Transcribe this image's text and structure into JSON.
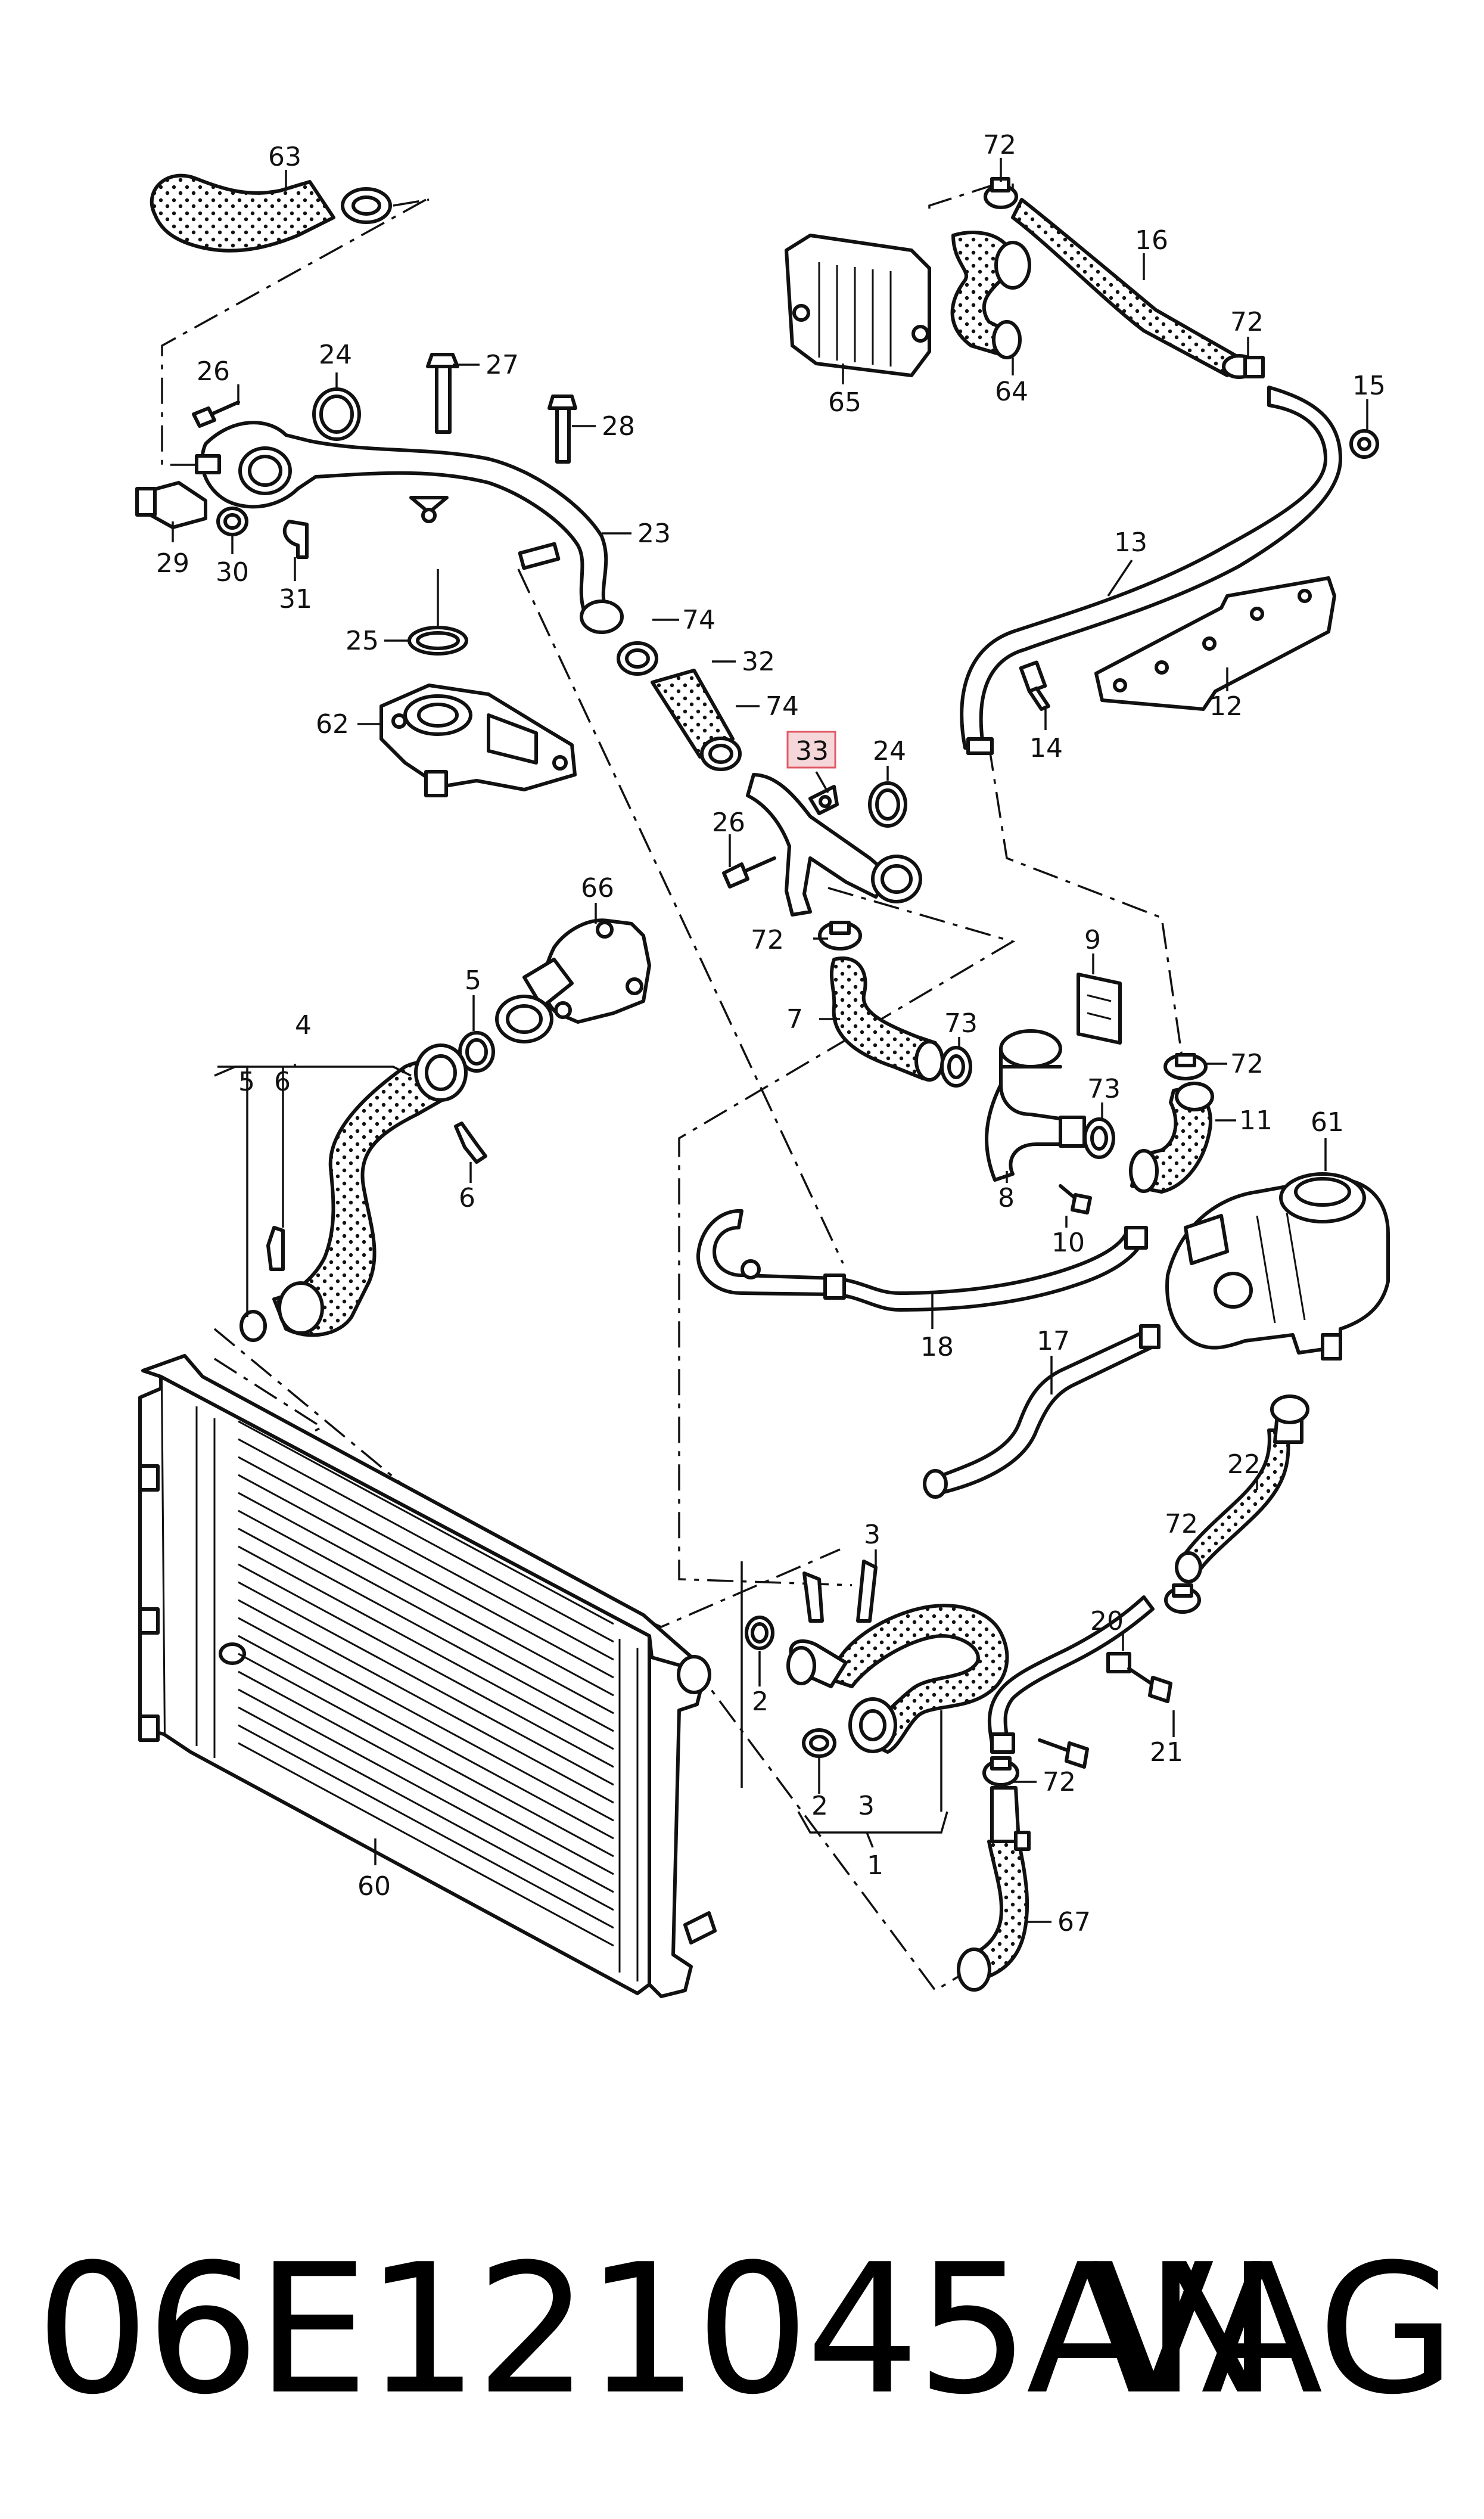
{
  "highlighted_label": "33",
  "labels": {
    "l63": "63",
    "l72a": "72",
    "l16": "16",
    "l72b": "72",
    "l15": "15",
    "l65": "65",
    "l64": "64",
    "l26a": "26",
    "l24a": "24",
    "l27": "27",
    "l28": "28",
    "l23": "23",
    "l29": "29",
    "l30": "30",
    "l31": "31",
    "l13": "13",
    "l12": "12",
    "l14": "14",
    "l74a": "74",
    "l32": "32",
    "l25": "25",
    "l74b": "74",
    "l62": "62",
    "l24b": "24",
    "l26b": "26",
    "l66": "66",
    "l72c": "72",
    "l9": "9",
    "l5a": "5",
    "l7": "7",
    "l73a": "73",
    "l72d": "72",
    "l4": "4",
    "l73b": "73",
    "l11": "11",
    "l61": "61",
    "l5b": "5",
    "l6a": "6",
    "l6b": "6",
    "l8": "8",
    "l10": "10",
    "l18": "18",
    "l17": "17",
    "l22": "22",
    "l3a": "3",
    "l72e": "72",
    "l20": "20",
    "l2a": "2",
    "l21": "21",
    "l72f": "72",
    "l2b": "2",
    "l3b": "3",
    "l60": "60",
    "l1": "1",
    "l67": "67"
  },
  "footer": {
    "part_number": "06E121045AN",
    "brand": "VAG"
  }
}
